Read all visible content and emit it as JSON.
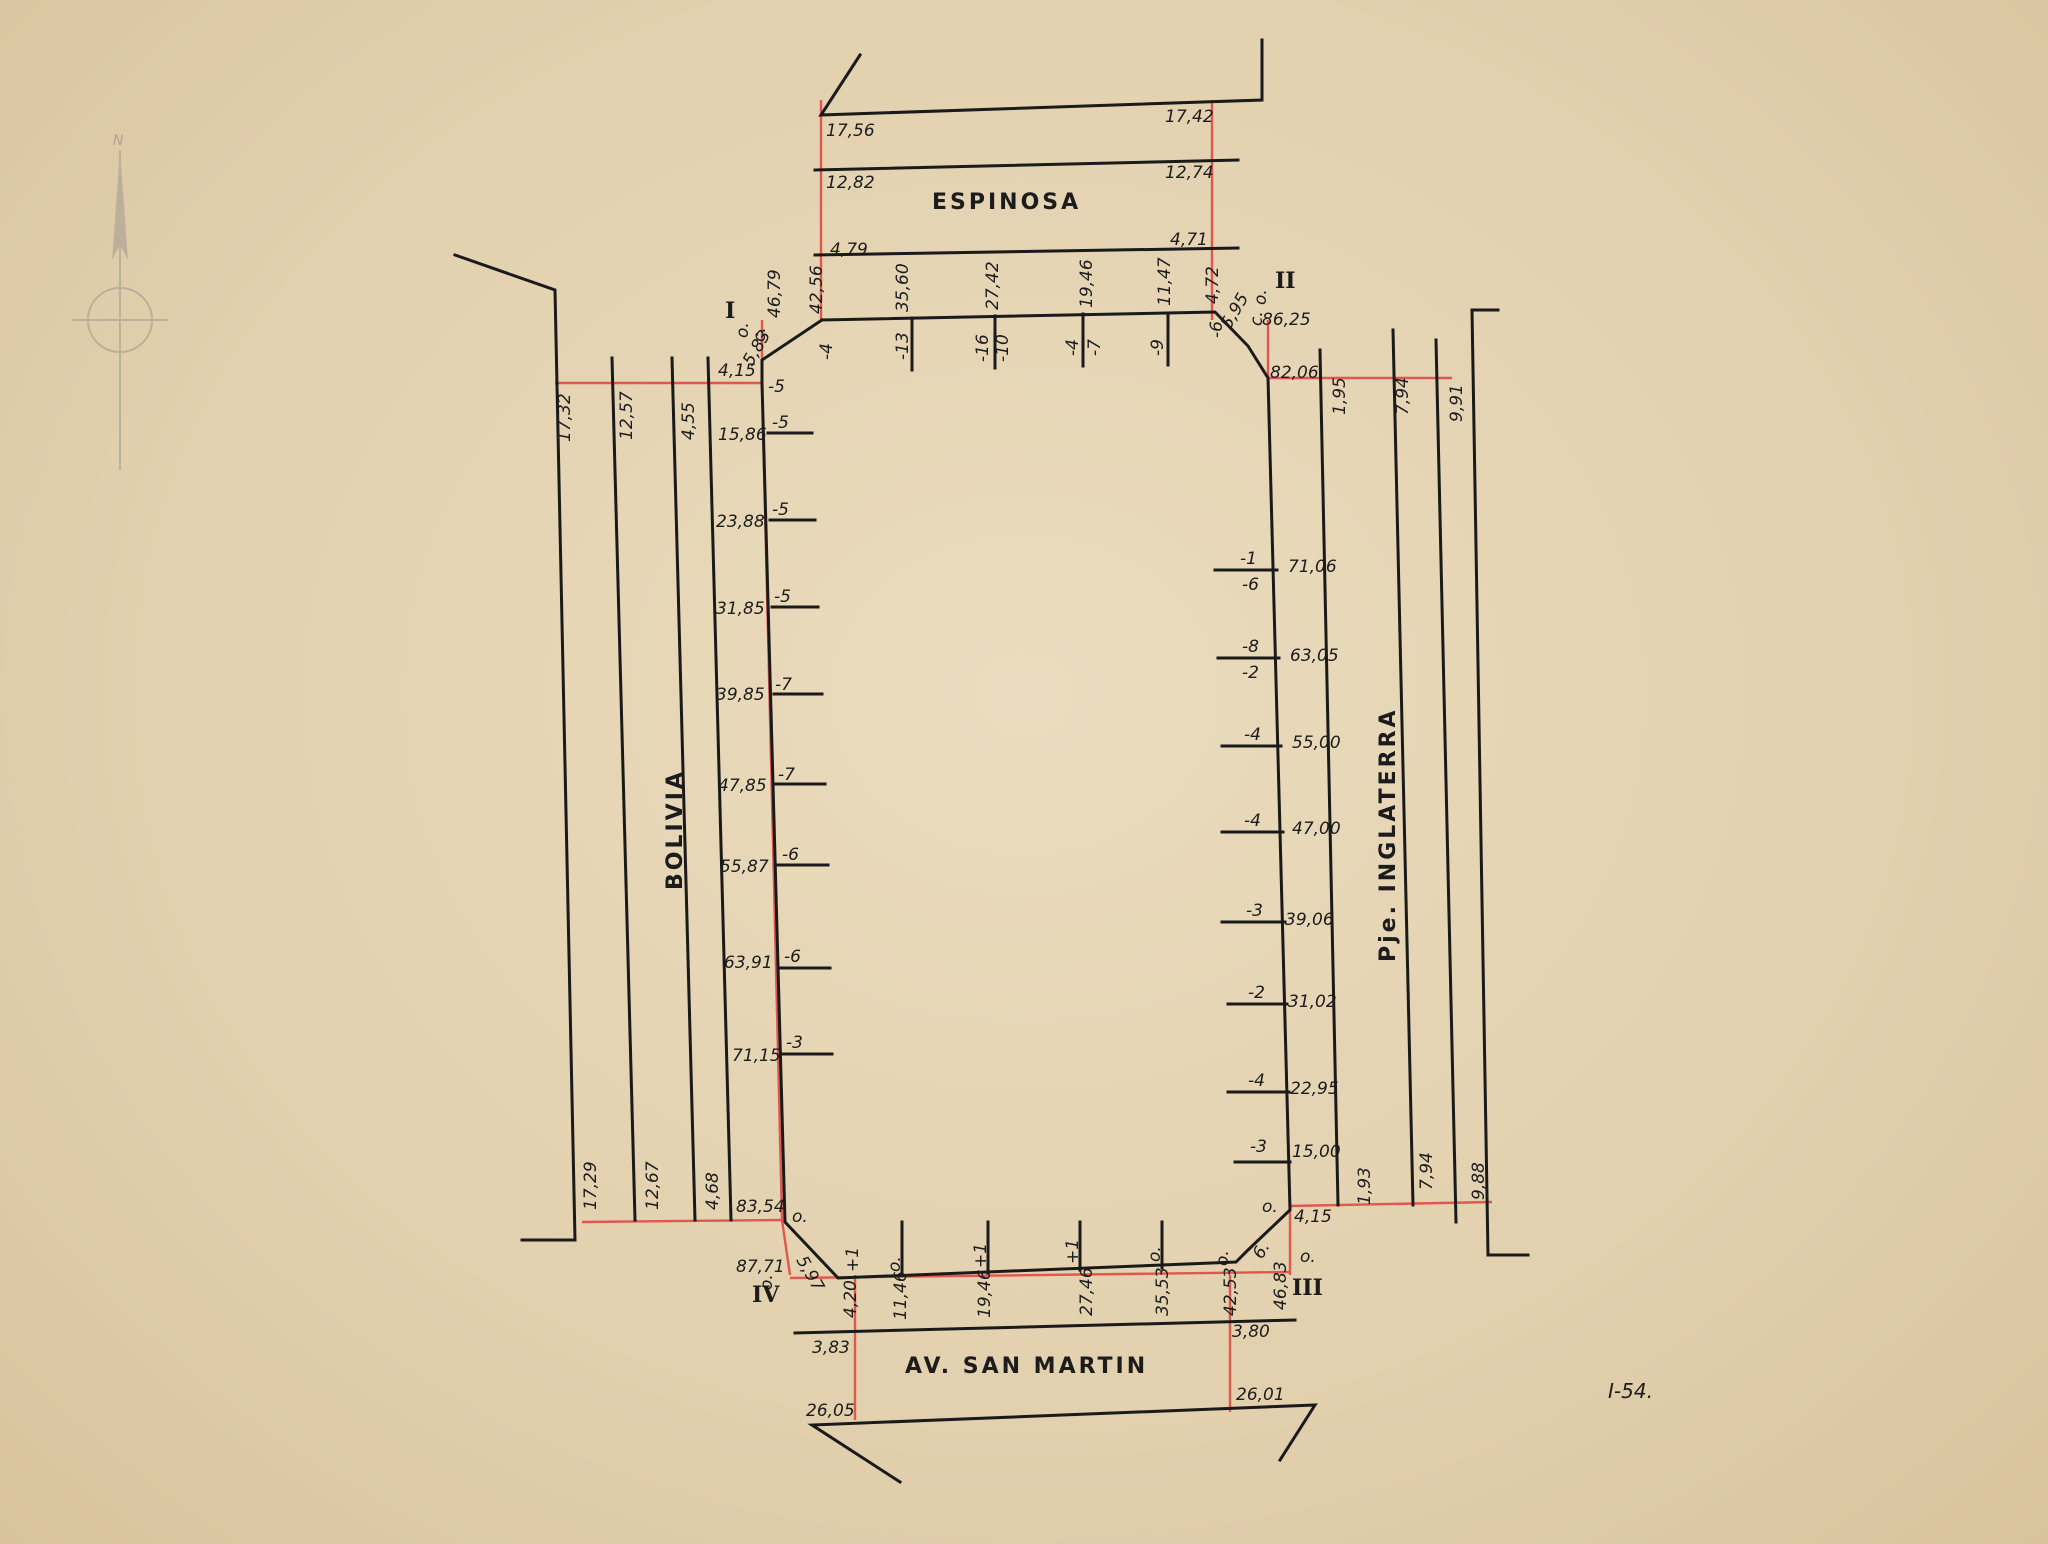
{
  "streets": {
    "north": "ESPINOSA",
    "west": "BOLIVIA",
    "east": "Pje. INGLATERRA",
    "south": "AV. SAN MARTIN"
  },
  "sheet_code": "I-54.",
  "corners": {
    "c1": "I",
    "c2": "II",
    "c3": "III",
    "c4": "IV"
  },
  "north_arrow_letter": "N",
  "espinosa": {
    "left": [
      "17,56",
      "12,82",
      "4,79"
    ],
    "right": [
      "17,42",
      "12,74",
      "4,71"
    ]
  },
  "top_edge": {
    "labels": [
      "46,79",
      "42,56",
      "35,60",
      "27,42",
      "19,46",
      "11,47",
      "4,72",
      "86,25"
    ],
    "heights": [
      "-4",
      "-13",
      "-16",
      "-10",
      "-4",
      "-7",
      "-9",
      "-6"
    ],
    "misc": [
      "o.",
      "c.",
      "5,83",
      "5,95",
      "c.",
      "o."
    ]
  },
  "west_edge": {
    "labels": [
      "4,15",
      "15,86",
      "23,88",
      "31,85",
      "39,85",
      "47,85",
      "55,87",
      "63,91",
      "71,15",
      "83,54",
      "87,71"
    ],
    "heights": [
      "-5",
      "-5",
      "-5",
      "-5",
      "-7",
      "-7",
      "-6",
      "-6",
      "-3"
    ]
  },
  "bolivia_top": [
    "17,32",
    "12,57",
    "4,55"
  ],
  "bolivia_bottom": [
    "17,29",
    "12,67",
    "4,68"
  ],
  "east_edge": {
    "labels": [
      "82,06",
      "71,06",
      "63,05",
      "55,00",
      "47,00",
      "39,06",
      "31,02",
      "22,95",
      "15,00",
      "4,15"
    ],
    "heights": [
      "-1",
      "-6",
      "-8",
      "-2",
      "-4",
      "-4",
      "-3",
      "-2",
      "-4",
      "-3"
    ]
  },
  "inglaterra_top": [
    "1,95",
    "7,94",
    "9,91"
  ],
  "inglaterra_bottom": [
    "1,93",
    "7,94",
    "9,88"
  ],
  "south_edge": {
    "labels": [
      "4,20",
      "11,46",
      "19,46",
      "27,46",
      "35,53",
      "42,53",
      "46,83"
    ],
    "heights": [
      "+1",
      "o.",
      "+1",
      "+1",
      "o.",
      "o.",
      "6."
    ],
    "misc": [
      "o.",
      "5,97",
      "o.",
      "o.",
      "o."
    ]
  },
  "san_martin": {
    "left": [
      "3,83",
      "26,05"
    ],
    "right": [
      "3,80",
      "26,01"
    ]
  }
}
